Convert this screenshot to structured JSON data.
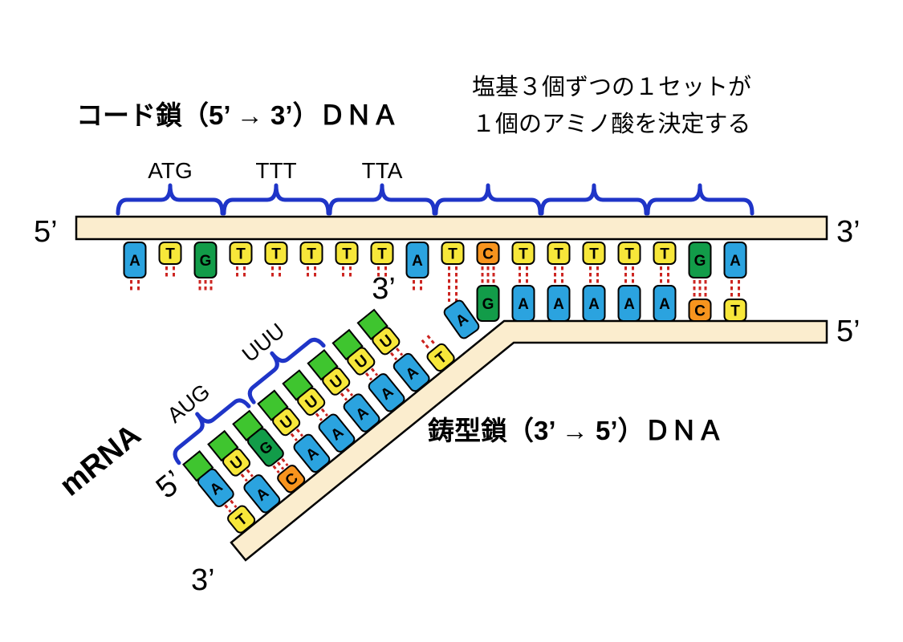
{
  "titles": {
    "coding_strand": "コード鎖（5’ → 3’）ＤＮＡ",
    "template_strand": "鋳型鎖（3’ → 5’）ＤＮＡ",
    "annotation_line1": "塩基３個ずつの１セットが",
    "annotation_line2": "１個のアミノ酸を決定する",
    "mrna": "mRNA"
  },
  "strand_end_labels": {
    "coding_left": "5’",
    "coding_right": "3’",
    "template_right": "5’",
    "template_bottom": "3’",
    "mrna_start": "5’",
    "mrna_end": "3’"
  },
  "codon_labels_dna": [
    "ATG",
    "TTT",
    "TTA"
  ],
  "codon_labels_mrna": [
    "AUG",
    "UUU"
  ],
  "codon_bracket_count": 6,
  "sequences": {
    "coding_strand": [
      "A",
      "T",
      "G",
      "T",
      "T",
      "T",
      "T",
      "T",
      "A",
      "T",
      "C",
      "T",
      "T",
      "T",
      "T",
      "T",
      "G",
      "A"
    ],
    "template_angled": [
      "T",
      "A",
      "C",
      "A",
      "A",
      "A",
      "A",
      "A",
      "T"
    ],
    "template_bend": "A",
    "template_horizontal": [
      "G",
      "A",
      "A",
      "A",
      "A",
      "A",
      "C",
      "T"
    ],
    "mrna": [
      "A",
      "U",
      "G",
      "U",
      "U",
      "U",
      "U",
      "U"
    ]
  },
  "hydrogen_bond_counts": {
    "A": 2,
    "T": 2,
    "U": 2,
    "G": 3,
    "C": 3
  },
  "base_colors": {
    "A": "#2BA3DF",
    "T": "#F7E73A",
    "U": "#F7E73A",
    "G": "#129C49",
    "C": "#F7941E"
  },
  "letter_colors": {
    "A": "#FFFFFF",
    "T": "#332B00",
    "U": "#332B00",
    "G": "#FFFFFF",
    "C": "#4A2A00"
  },
  "palette": {
    "background": "#FFFFFF",
    "strand_fill": "#FBEDCE",
    "strand_stroke": "#000000",
    "mrna_backbone_fill": "#3FC52F",
    "bracket_color": "#1F35C8",
    "bond_color": "#CC2420",
    "text_color": "#000000"
  }
}
